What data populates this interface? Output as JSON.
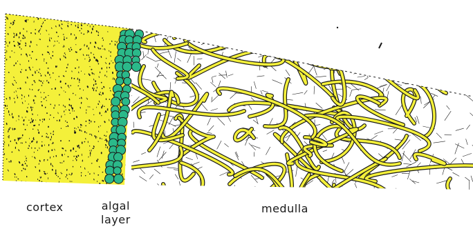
{
  "labels": {
    "cortex": "cortex",
    "algal_line1": "algal",
    "algal_line2": "layer",
    "medulla": "medulla"
  },
  "colors": {
    "hyphae_yellow": "#f4f03a",
    "algal_green": "#2bb98a",
    "ink": "#1a1a1a",
    "background": "#ffffff"
  }
}
